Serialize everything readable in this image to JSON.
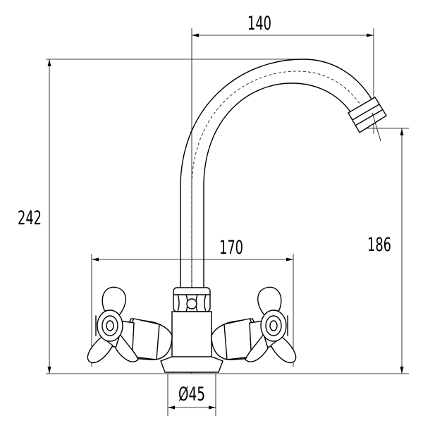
{
  "drawing": {
    "subject": "faucet technical drawing",
    "dimensions": {
      "spout_reach": "140",
      "handle_span": "170",
      "total_height": "242",
      "spout_outlet_height": "186",
      "base_diameter": "Ø45"
    }
  }
}
